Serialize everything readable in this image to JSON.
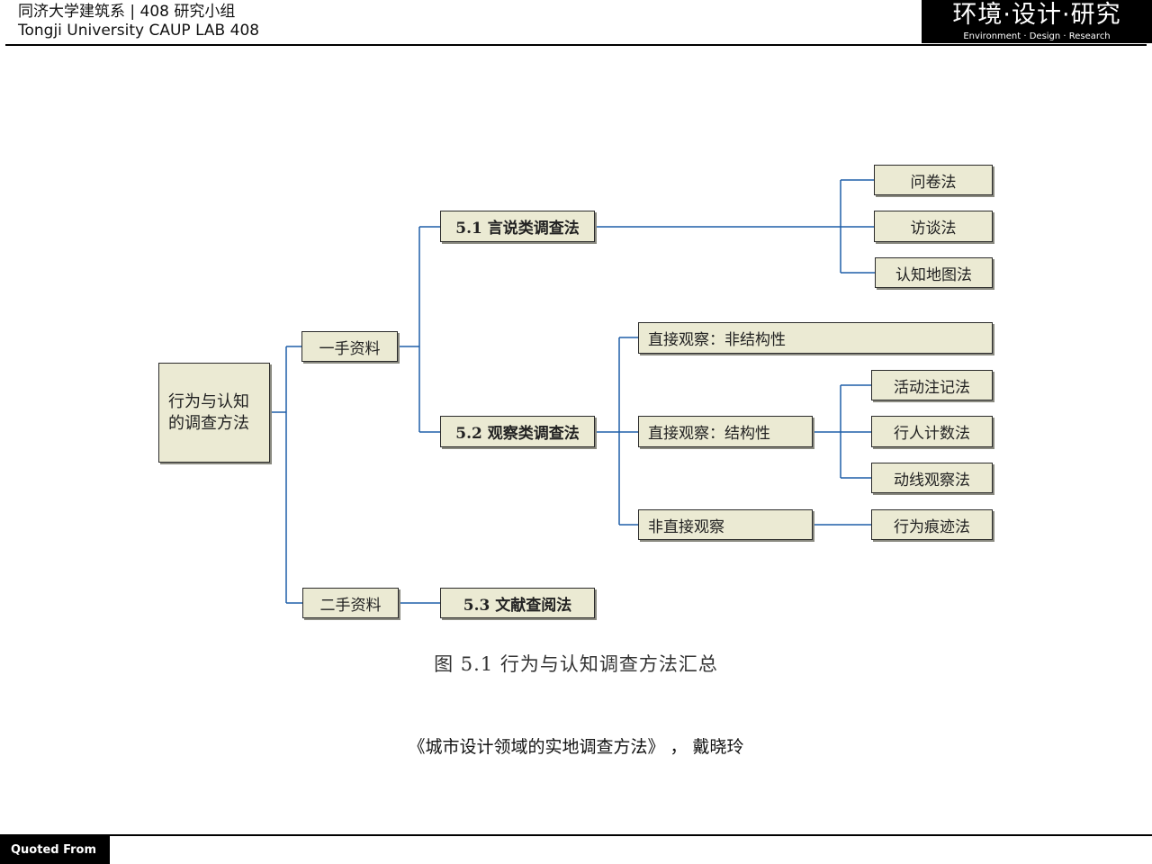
{
  "header": {
    "line1": "同济大学建筑系 |  408 研究小组",
    "line2": "Tongji University CAUP   LAB 408",
    "brand_main": "环境·设计·研究",
    "brand_sub": "Environment · Design · Research"
  },
  "diagram": {
    "root": {
      "line1": "行为与认知",
      "line2": "的调查方法"
    },
    "primary": "一手资料",
    "secondary": "二手资料",
    "m51": "5.1 言说类调查法",
    "m52": "5.2 观察类调查法",
    "m53": "5.3 文献查阅法",
    "q1": "问卷法",
    "q2": "访谈法",
    "q3": "认知地图法",
    "obs_unstructured": "直接观察：非结构性",
    "obs_structured": "直接观察：结构性",
    "obs_indirect": "非直接观察",
    "s1": "活动注记法",
    "s2": "行人计数法",
    "s3": "动线观察法",
    "i1": "行为痕迹法"
  },
  "caption": "图 5.1  行为与认知调查方法汇总",
  "source": "《城市设计领域的实地调查方法》 ，  戴晓玲",
  "footer": {
    "tag": "Quoted From"
  },
  "colors": {
    "box_fill": "#ebead3",
    "connector": "#1f5fa8",
    "brand_bg": "#000000"
  }
}
